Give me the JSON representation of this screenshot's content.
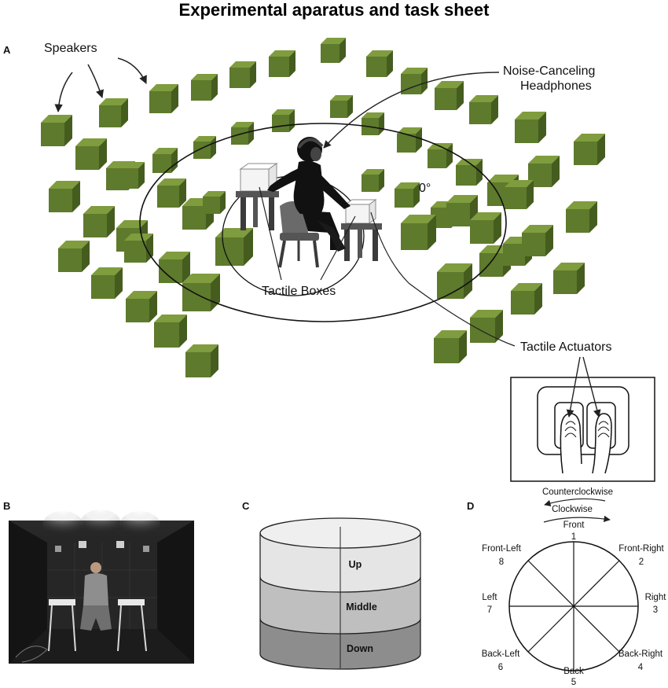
{
  "title": "Experimental aparatus and task sheet",
  "panels": {
    "a": "A",
    "b": "B",
    "c": "C",
    "d": "D"
  },
  "panel_a": {
    "speakers_label": "Speakers",
    "headphones_label_line1": "Noise-Canceling",
    "headphones_label_line2": "Headphones",
    "tactile_boxes_label": "Tactile Boxes",
    "tactile_actuators_label": "Tactile Actuators",
    "zero_angle_label": "0°"
  },
  "panel_c": {
    "levels": [
      "Up",
      "Middle",
      "Down"
    ]
  },
  "panel_d": {
    "counterclockwise_label": "Counterclockwise",
    "clockwise_label": "Clockwise",
    "directions": [
      {
        "name": "Front",
        "num": "1"
      },
      {
        "name": "Front-Right",
        "num": "2"
      },
      {
        "name": "Right",
        "num": "3"
      },
      {
        "name": "Back-Right",
        "num": "4"
      },
      {
        "name": "Back",
        "num": "5"
      },
      {
        "name": "Back-Left",
        "num": "6"
      },
      {
        "name": "Left",
        "num": "7"
      },
      {
        "name": "Front-Left",
        "num": "8"
      }
    ]
  },
  "colors": {
    "cube_front": "#5e7a2c",
    "cube_top": "#7f9c3e",
    "cube_side": "#455c1f"
  }
}
